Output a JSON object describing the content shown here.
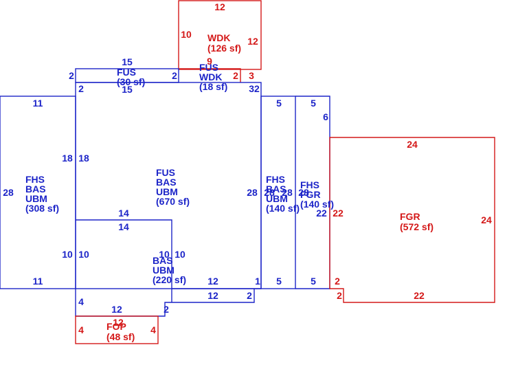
{
  "colors": {
    "blue": "#1c24c8",
    "red": "#d41818"
  },
  "areas": {
    "wdk_top": {
      "lines": [
        "WDK",
        "(126 sf)"
      ]
    },
    "fus_small": {
      "lines": [
        "FUS",
        "(30 sf)"
      ]
    },
    "fus_wdk": {
      "lines": [
        "FUS",
        "WDK",
        "(18 sf)"
      ]
    },
    "main": {
      "lines": [
        "FUS",
        "BAS",
        "UBM",
        "(670 sf)"
      ]
    },
    "left_wing": {
      "lines": [
        "FHS",
        "BAS",
        "UBM",
        "(308 sf)"
      ]
    },
    "lower_bas": {
      "lines": [
        "BAS",
        "UBM",
        "(220 sf)"
      ]
    },
    "strip": {
      "lines": [
        "FHS",
        "BAS",
        "UBM",
        "(140 sf)"
      ]
    },
    "strip2": {
      "lines": [
        "FHS",
        "FGR",
        "(140 sf)"
      ]
    },
    "garage": {
      "lines": [
        "FGR",
        "(572 sf)"
      ]
    },
    "porch": {
      "lines": [
        "FOP",
        "(48 sf)"
      ]
    }
  },
  "dimensions": {
    "wdk_top": "12",
    "wdk_left": "10",
    "wdk_right": "12",
    "wdk_bot": "9",
    "wdk_2": "2",
    "wdk_3": "3",
    "fus_top": "15",
    "fus_left": "2",
    "fus_right": "2",
    "fus_bot": "15",
    "main_2": "2",
    "main_32": "32",
    "main_18a": "18",
    "main_18b": "18",
    "main_28": "28",
    "lw_top": "11",
    "lw_left": "28",
    "lw_bot": "11",
    "mid_14a": "14",
    "mid_14b": "14",
    "mid_10a": "10",
    "mid_10b": "10",
    "lb_10a": "10",
    "lb_10b": "10",
    "lb_12a": "12",
    "lb_12b": "12",
    "lb_1": "1",
    "lb_2": "2",
    "lb_4": "4",
    "lb_12c": "12",
    "lb_2b": "2",
    "st_5a": "5",
    "st_5b": "5",
    "st_28a": "28",
    "st_28b": "28",
    "st_5c": "5",
    "st_5d": "5",
    "st_28c": "28",
    "st_6": "6",
    "st_22": "22",
    "gar_top": "24",
    "gar_left": "22",
    "gar_right": "24",
    "gar_bot": "22",
    "gar_2a": "2",
    "gar_2b": "2",
    "por_top": "12",
    "por_left": "4",
    "por_right": "4"
  }
}
